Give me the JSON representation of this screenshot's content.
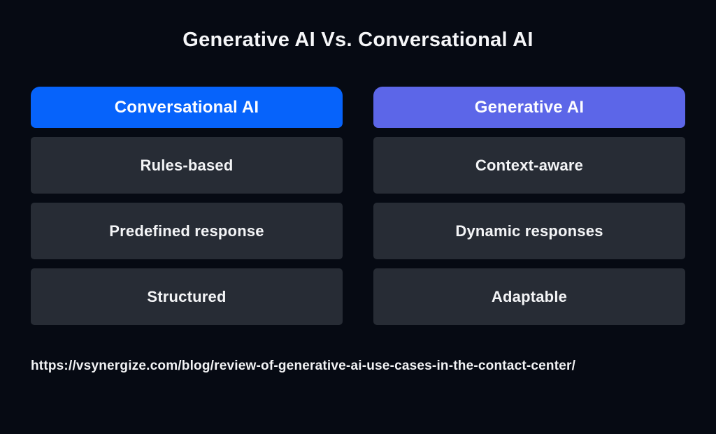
{
  "page": {
    "title": "Generative AI Vs. Conversational AI",
    "source_url": "https://vsynergize.com/blog/review-of-generative-ai-use-cases-in-the-contact-center/"
  },
  "colors": {
    "background": "#060a13",
    "row_background": "#272c35",
    "conversational_header": "#0663fb",
    "generative_header": "#5c66e8",
    "text": "#ffffff"
  },
  "columns": [
    {
      "header": "Conversational AI",
      "rows": [
        "Rules-based",
        "Predefined response",
        "Structured"
      ]
    },
    {
      "header": "Generative AI",
      "rows": [
        "Context-aware",
        "Dynamic responses",
        "Adaptable"
      ]
    }
  ]
}
